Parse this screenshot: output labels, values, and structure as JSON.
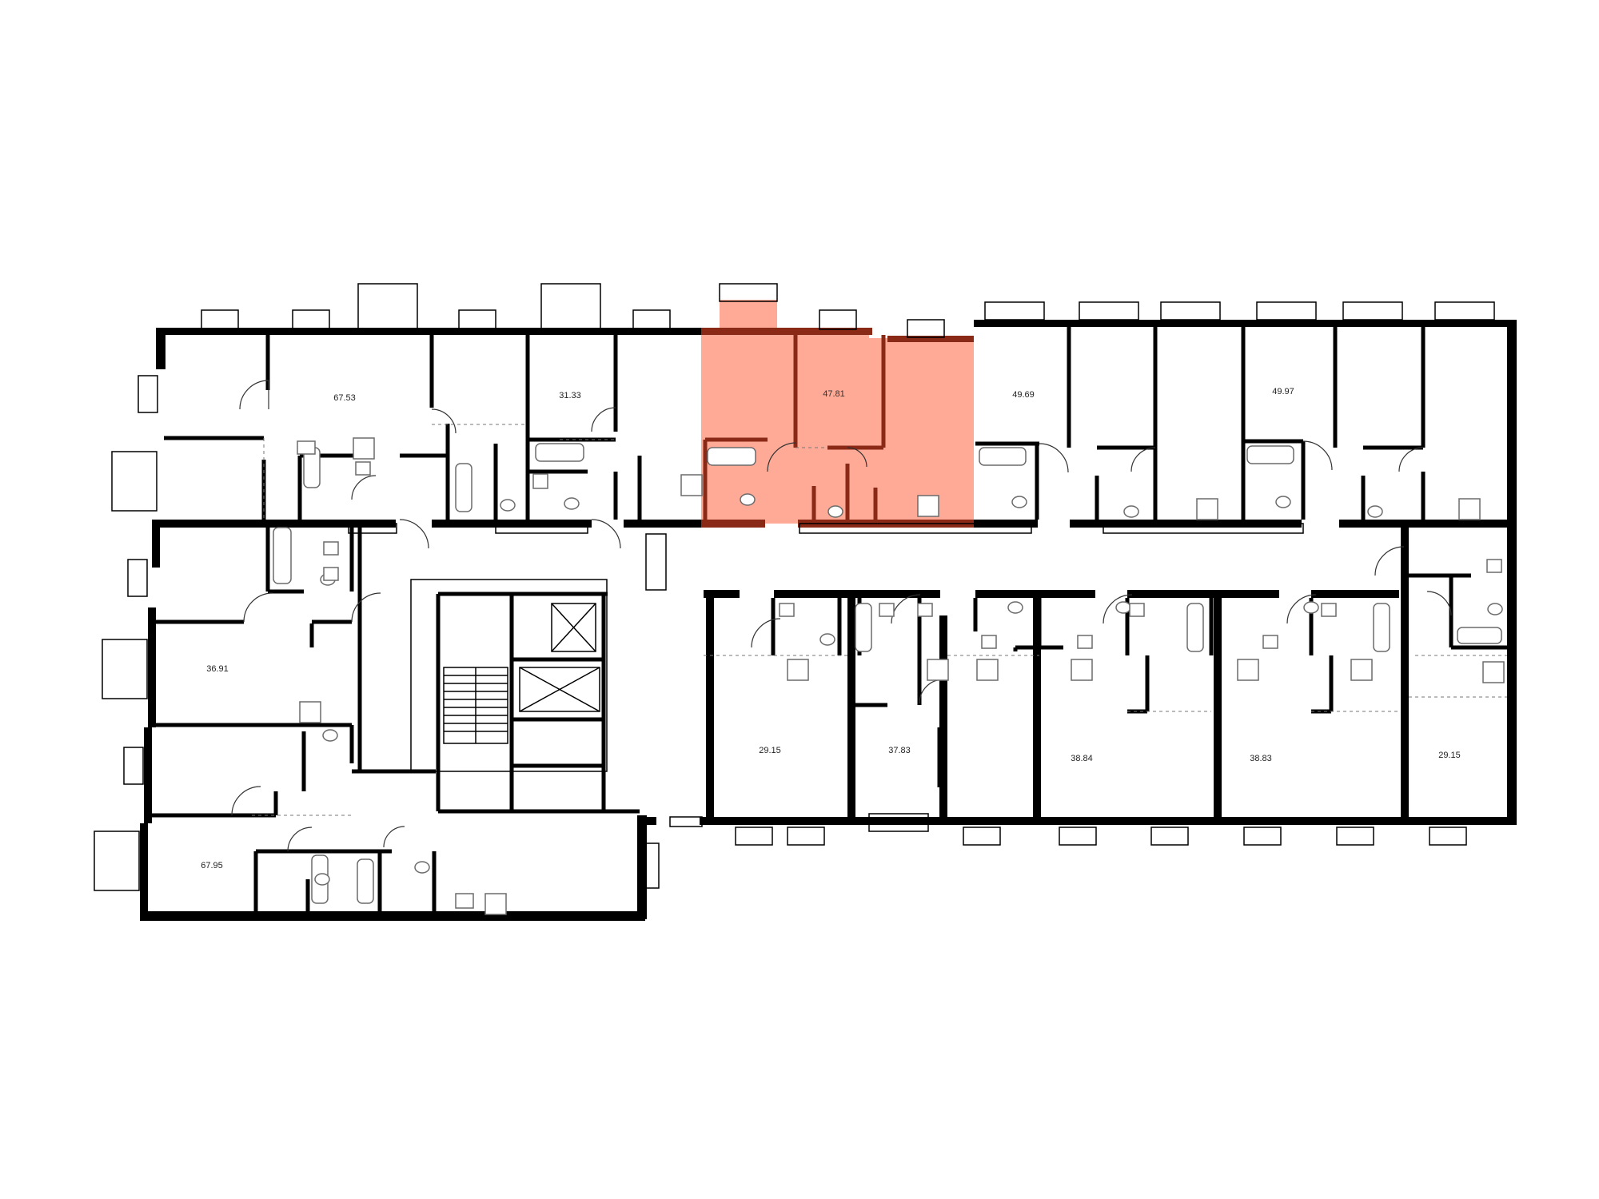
{
  "floor_plan": {
    "highlighted_unit": {
      "area": "47.81",
      "color": "#ffaa96",
      "wall_color": "#8a2a16"
    },
    "apartments": [
      {
        "id": "a1",
        "area": "67.53"
      },
      {
        "id": "a2",
        "area": "31.33"
      },
      {
        "id": "a3",
        "area": "47.81"
      },
      {
        "id": "a4",
        "area": "49.69"
      },
      {
        "id": "a5",
        "area": "49.97"
      },
      {
        "id": "a6",
        "area": "36.91"
      },
      {
        "id": "a7",
        "area": "67.95"
      },
      {
        "id": "a8",
        "area": "29.15"
      },
      {
        "id": "a9",
        "area": "37.83"
      },
      {
        "id": "a10",
        "area": "38.84"
      },
      {
        "id": "a11",
        "area": "38.83"
      },
      {
        "id": "a12",
        "area": "29.15"
      }
    ],
    "icons": {
      "window": "balcony-window-icon",
      "stove": "stove-icon",
      "toilet": "toilet-icon",
      "sink": "sink-icon",
      "bathtub": "bathtub-icon",
      "staircase": "staircase-icon",
      "elevator": "elevator-icon"
    }
  }
}
